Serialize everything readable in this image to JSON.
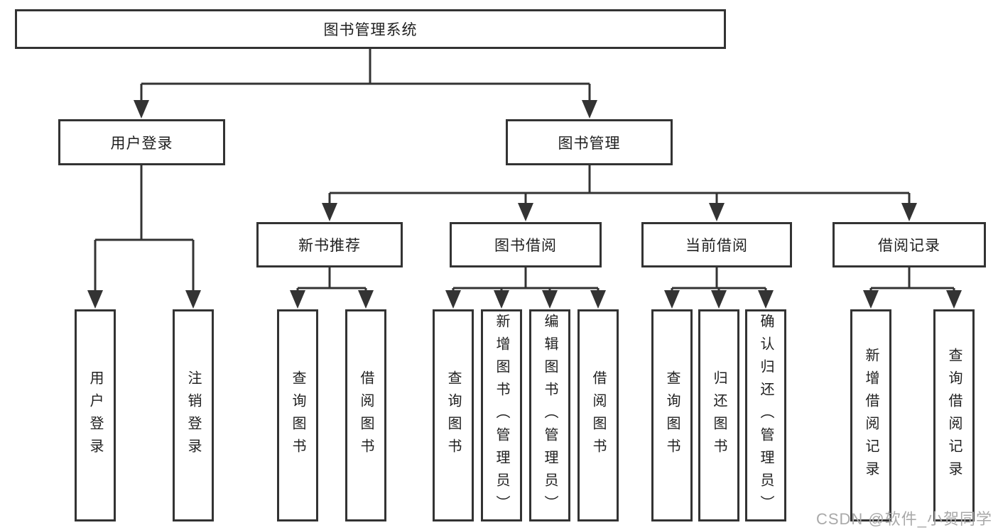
{
  "colors": {
    "line": "#333333",
    "box-bg": "#ffffff",
    "page-bg": "#ffffff",
    "text": "#1f1f1f",
    "watermark": "#a9a9a9"
  },
  "watermark": {
    "text": "CSDN @软件_小贺同学"
  },
  "tree": {
    "root": {
      "label": "图书管理系统"
    },
    "branches": [
      {
        "label": "用户登录",
        "children": [
          {
            "label": "用户登录"
          },
          {
            "label": "注销登录"
          }
        ]
      },
      {
        "label": "图书管理",
        "children": [
          {
            "label": "新书推荐",
            "children": [
              {
                "label": "查询图书"
              },
              {
                "label": "借阅图书"
              }
            ]
          },
          {
            "label": "图书借阅",
            "children": [
              {
                "label": "查询图书"
              },
              {
                "label": "新增图书（管理员）"
              },
              {
                "label": "编辑图书（管理员）"
              },
              {
                "label": "借阅图书"
              }
            ]
          },
          {
            "label": "当前借阅",
            "children": [
              {
                "label": "查询图书"
              },
              {
                "label": "归还图书"
              },
              {
                "label": "确认归还（管理员）"
              }
            ]
          },
          {
            "label": "借阅记录",
            "children": [
              {
                "label": "新增借阅记录"
              },
              {
                "label": "查询借阅记录"
              }
            ]
          }
        ]
      }
    ]
  }
}
